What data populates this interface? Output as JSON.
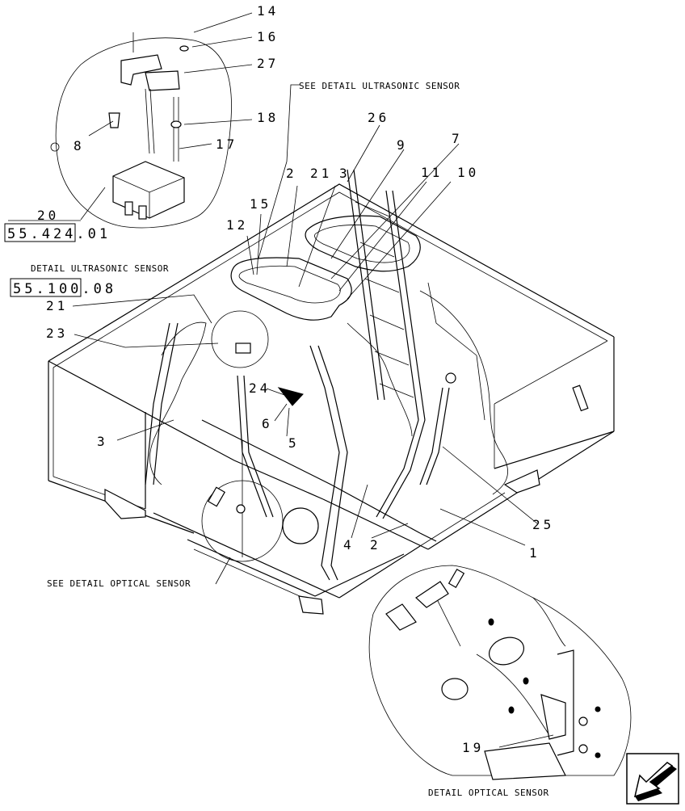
{
  "callouts": {
    "c14": "14",
    "c16": "16",
    "c27": "27",
    "c8": "8",
    "c18": "18",
    "c17": "17",
    "c20": "20",
    "c26": "26",
    "c9": "9",
    "c7": "7",
    "c22": "2",
    "c21b": "21",
    "c3": "3",
    "c11": "11",
    "c10": "10",
    "c15": "15",
    "c12": "12",
    "c21": "21",
    "c23": "23",
    "c24": "24",
    "c6": "6",
    "c5": "5",
    "c3b": "3",
    "c25": "25",
    "c4": "4",
    "c2": "2",
    "c1": "1",
    "c19": "19"
  },
  "references": {
    "ref1": "55.424.01",
    "ref2": "55.100.08"
  },
  "captions": {
    "see_ultrasonic": "SEE DETAIL  ULTRASONIC SENSOR",
    "detail_ultrasonic": "DETAIL ULTRASONIC SENSOR",
    "see_optical": "SEE DETAIL  OPTICAL SENSOR",
    "detail_optical": "DETAIL OPTICAL SENSOR"
  },
  "nav_icon": "arrow-down-left-icon"
}
